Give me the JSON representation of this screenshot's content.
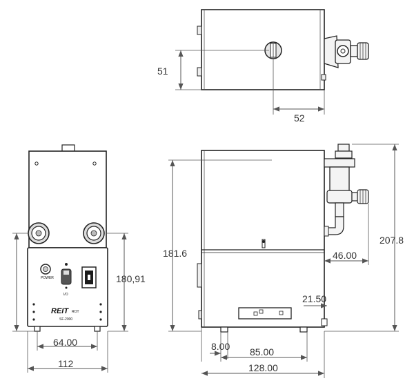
{
  "drawing": {
    "dimensions": {
      "top_height": "51",
      "top_offset": "52",
      "front_height": "180,91",
      "front_feet_spacing": "64.00",
      "front_width": "112",
      "side_body_height": "181.6",
      "side_total_height": "207.8",
      "side_valve_offset": "46.00",
      "side_valve_small": "21.50",
      "side_foot_inset": "8.00",
      "side_feet_spacing": "85.00",
      "side_width": "128.00"
    },
    "front_panel": {
      "power_label": "POWER",
      "switch_label": "I/O",
      "brand_text": "REIT",
      "brand_suffix": "ROT",
      "model_text": "SF-2000"
    },
    "colors": {
      "outline": "#222222",
      "dimension_line": "#555555",
      "panel_fill": "#ffffff",
      "shade": "#e6e6e6"
    }
  }
}
